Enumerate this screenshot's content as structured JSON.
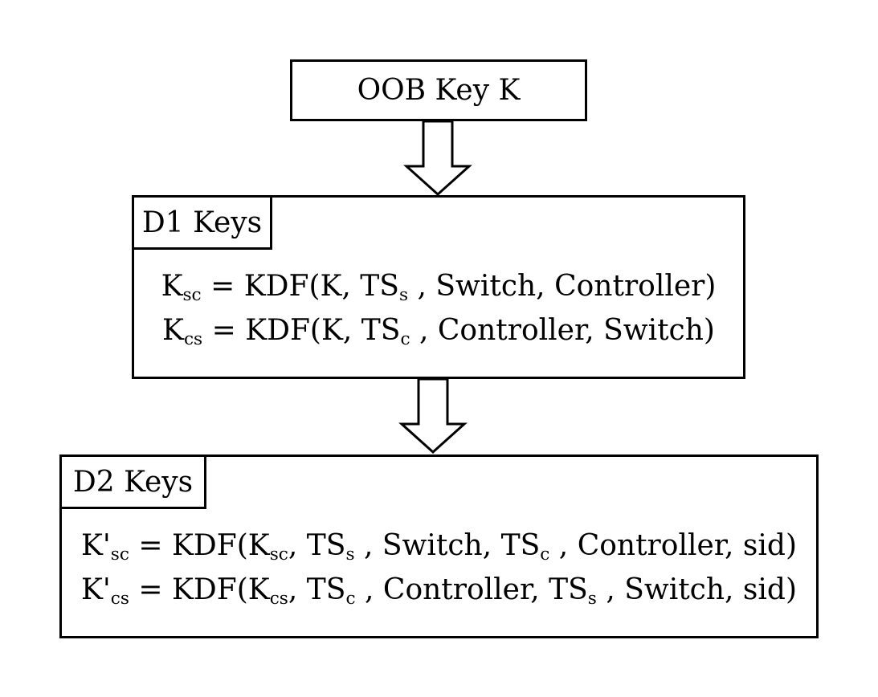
{
  "oob": {
    "label": "OOB Key K"
  },
  "d1": {
    "label": "D1 Keys",
    "line1": {
      "lhs": "K",
      "lhs_sub": "sc",
      "eq": " = KDF(K, TS",
      "s1": "s",
      "rest": " , Switch, Controller)"
    },
    "line2": {
      "lhs": "K",
      "lhs_sub": "cs",
      "eq": " = KDF(K, TS",
      "s1": "c",
      "rest": " , Controller, Switch)"
    }
  },
  "d2": {
    "label": "D2 Keys",
    "line1": {
      "lhs": "K'",
      "lhs_sub": "sc",
      "p1": " = KDF(K",
      "p1_sub": "sc",
      "p2": ", TS",
      "p2_sub": "s",
      "p3": " , Switch, TS",
      "p3_sub": "c",
      "p4": " , Controller, sid)"
    },
    "line2": {
      "lhs": "K'",
      "lhs_sub": "cs",
      "p1": " = KDF(K",
      "p1_sub": "cs",
      "p2": ", TS",
      "p2_sub": "c",
      "p3": " , Controller, TS",
      "p3_sub": "s",
      "p4": " , Switch, sid)"
    }
  }
}
